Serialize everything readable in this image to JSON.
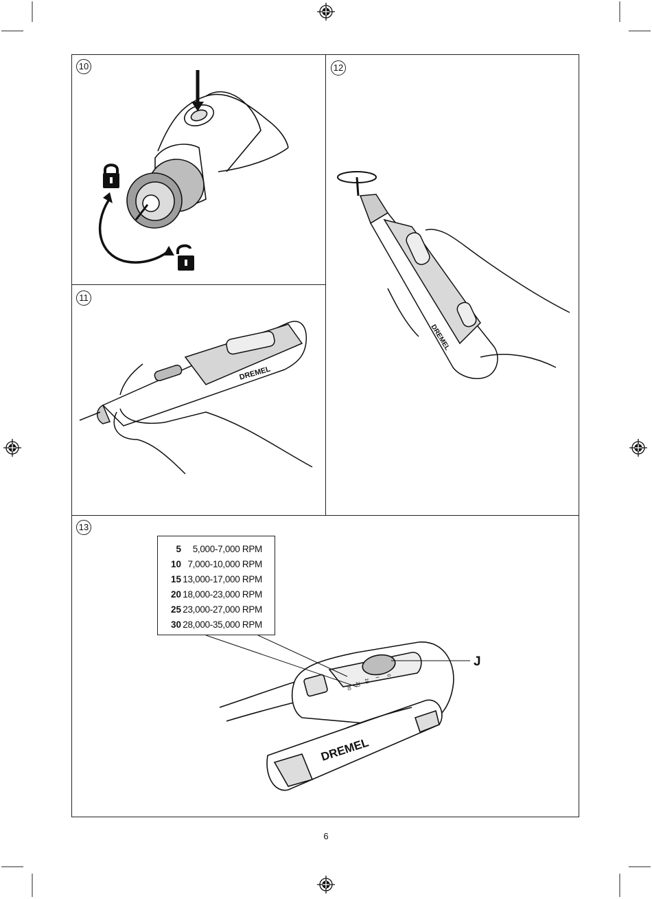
{
  "panels": [
    {
      "number": "10"
    },
    {
      "number": "12"
    },
    {
      "number": "11"
    },
    {
      "number": "13"
    }
  ],
  "brand_text": "DREMEL",
  "speed_table": [
    {
      "setting": "5",
      "range": "5,000-7,000 RPM"
    },
    {
      "setting": "10",
      "range": "7,000-10,000 RPM"
    },
    {
      "setting": "15",
      "range": "13,000-17,000 RPM"
    },
    {
      "setting": "20",
      "range": "18,000-23,000 RPM"
    },
    {
      "setting": "25",
      "range": "23,000-27,000 RPM"
    },
    {
      "setting": "30",
      "range": "28,000-35,000 RPM"
    }
  ],
  "callout_label": "J",
  "dial_marks": [
    "30",
    "20",
    "10",
    "I",
    "0"
  ],
  "page_number": "6",
  "icons": [
    "lock-icon",
    "unlock-icon",
    "registration-mark-icon",
    "crop-mark-icon"
  ]
}
